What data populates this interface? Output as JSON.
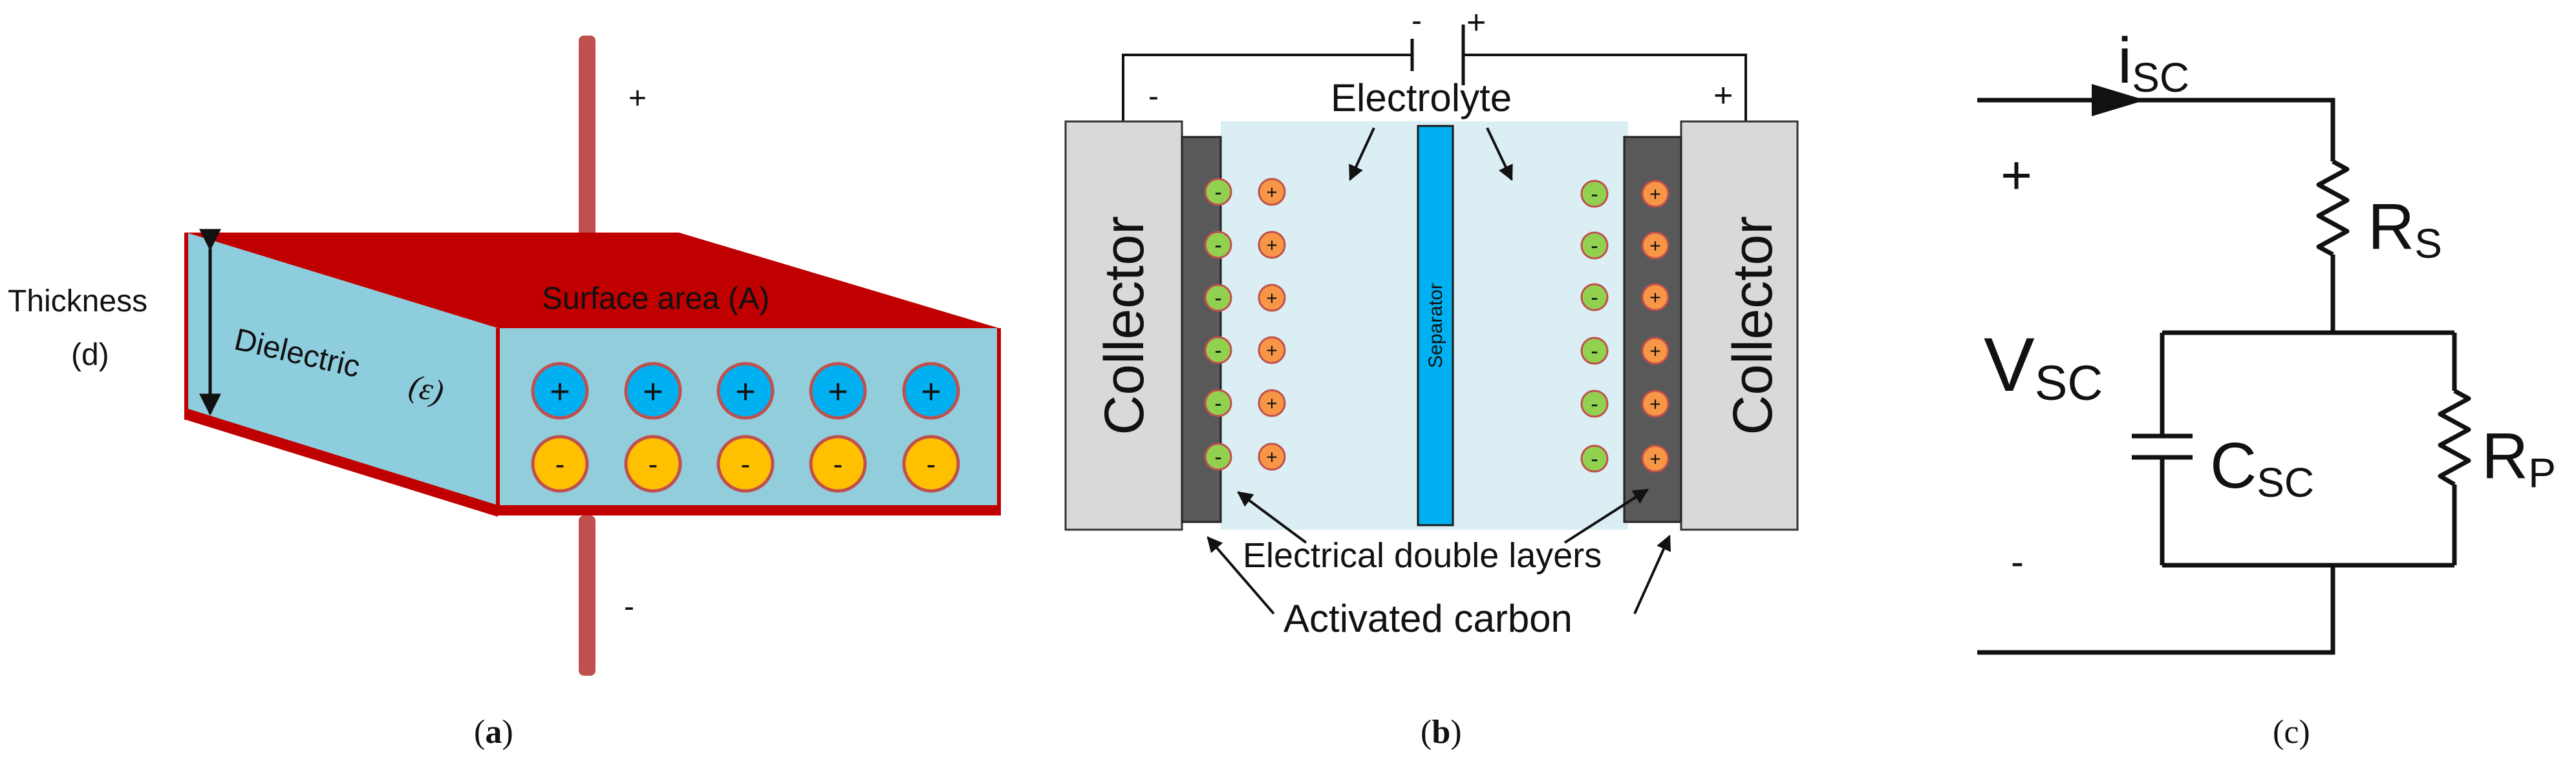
{
  "colors": {
    "red": "#c00000",
    "dark_red": "#a30000",
    "dielectric": "#8ecddd",
    "terminal": "#c0504d",
    "plus_ion": "#00b0f0",
    "minus_ion": "#ffc000",
    "electrolyte": "#daeef3",
    "collector": "#d9d9d9",
    "carbon": "#595959",
    "green_ion": "#92d050",
    "orange_ion": "#f79646",
    "separator": "#00b0f0"
  },
  "panel_a": {
    "plus": "+",
    "minus": "-",
    "thickness": "Thickness",
    "d": "(d)",
    "dielectric": "Dielectric",
    "epsilon": "(ε)",
    "surface_area": "Surface area (A)",
    "ion_plus": "+",
    "ion_minus": "-",
    "caption_a": "(",
    "caption_letter": "a",
    "caption_b": ")"
  },
  "panel_b": {
    "minus": "-",
    "plus": "+",
    "batt_minus": "-",
    "batt_plus": "+",
    "electrolyte": "Electrolyte",
    "collector_left": "Collector",
    "collector_right": "Collector",
    "separator": "Separator",
    "edl": "Electrical double layers",
    "activated_carbon": "Activated carbon",
    "ion_plus": "+",
    "ion_minus": "-",
    "caption_a": "(",
    "caption_letter": "b",
    "caption_b": ")"
  },
  "panel_c": {
    "i": "i",
    "i_sub": "SC",
    "rs": "R",
    "rs_sub": "S",
    "plus": "+",
    "v": "V",
    "v_sub": "SC",
    "c": "C",
    "c_sub": "SC",
    "rp": "R",
    "rp_sub": "P",
    "minus": "-",
    "caption": "(c)"
  }
}
